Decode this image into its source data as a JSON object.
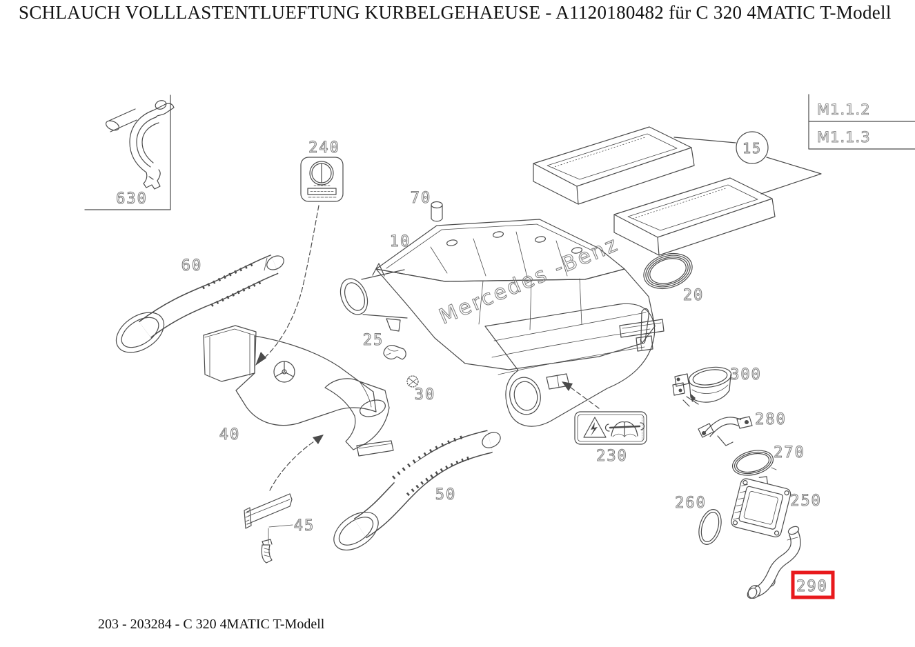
{
  "header": {
    "title": "SCHLAUCH VOLLLASTENTLUEFTUNG KURBELGEHAEUSE - A1120180482 für C 320 4MATIC T-Modell"
  },
  "footer": {
    "caption": "203 - 203284 - C 320 4MATIC T-Modell"
  },
  "diagram": {
    "brand_text": "Mercedes -Benz",
    "module_refs": [
      {
        "label": "M1.1.2"
      },
      {
        "label": "M1.1.3"
      }
    ],
    "callouts": {
      "c10": "10",
      "c15": "15",
      "c20": "20",
      "c25": "25",
      "c30": "30",
      "c40": "40",
      "c45": "45",
      "c50": "50",
      "c60": "60",
      "c70": "70",
      "c230": "230",
      "c240": "240",
      "c250": "250",
      "c260": "260",
      "c270": "270",
      "c280": "280",
      "c290": "290",
      "c300": "300",
      "c630": "630"
    },
    "highlight": {
      "part": "290",
      "color": "#e8191c"
    },
    "colors": {
      "line": "#4b4b4b",
      "callout": "#7e7e7e"
    }
  }
}
